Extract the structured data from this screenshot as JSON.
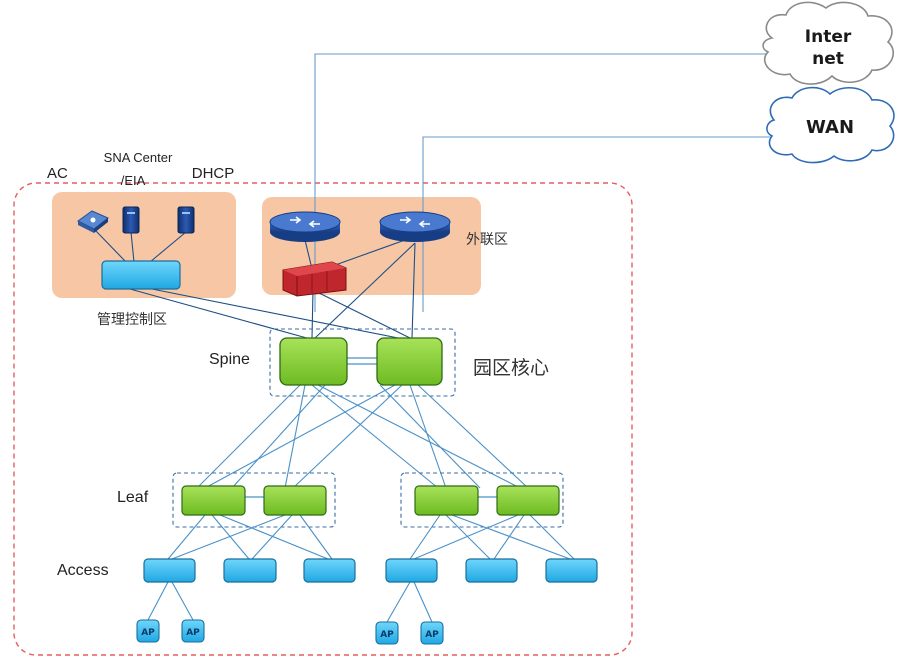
{
  "clouds": {
    "internet_line1": "Inter",
    "internet_line2": "net",
    "wan": "WAN"
  },
  "zones": {
    "management": "管理控制区",
    "external": "外联区",
    "campus_core": "园区核心"
  },
  "servers": {
    "ac": "AC",
    "sna_line1": "SNA Center",
    "sna_line2": "/EIA",
    "dhcp": "DHCP"
  },
  "layers": {
    "spine": "Spine",
    "leaf": "Leaf",
    "access": "Access"
  },
  "ap_label": "AP",
  "colors": {
    "switch_green": "#8dd43c",
    "switch_cyan": "#35bdf2",
    "zone_orange": "#f7c7a5",
    "router_blue": "#1f4fa6",
    "firewall_red": "#c0272d",
    "border_red": "#e35f5f",
    "link_blue": "#4a90c8"
  }
}
